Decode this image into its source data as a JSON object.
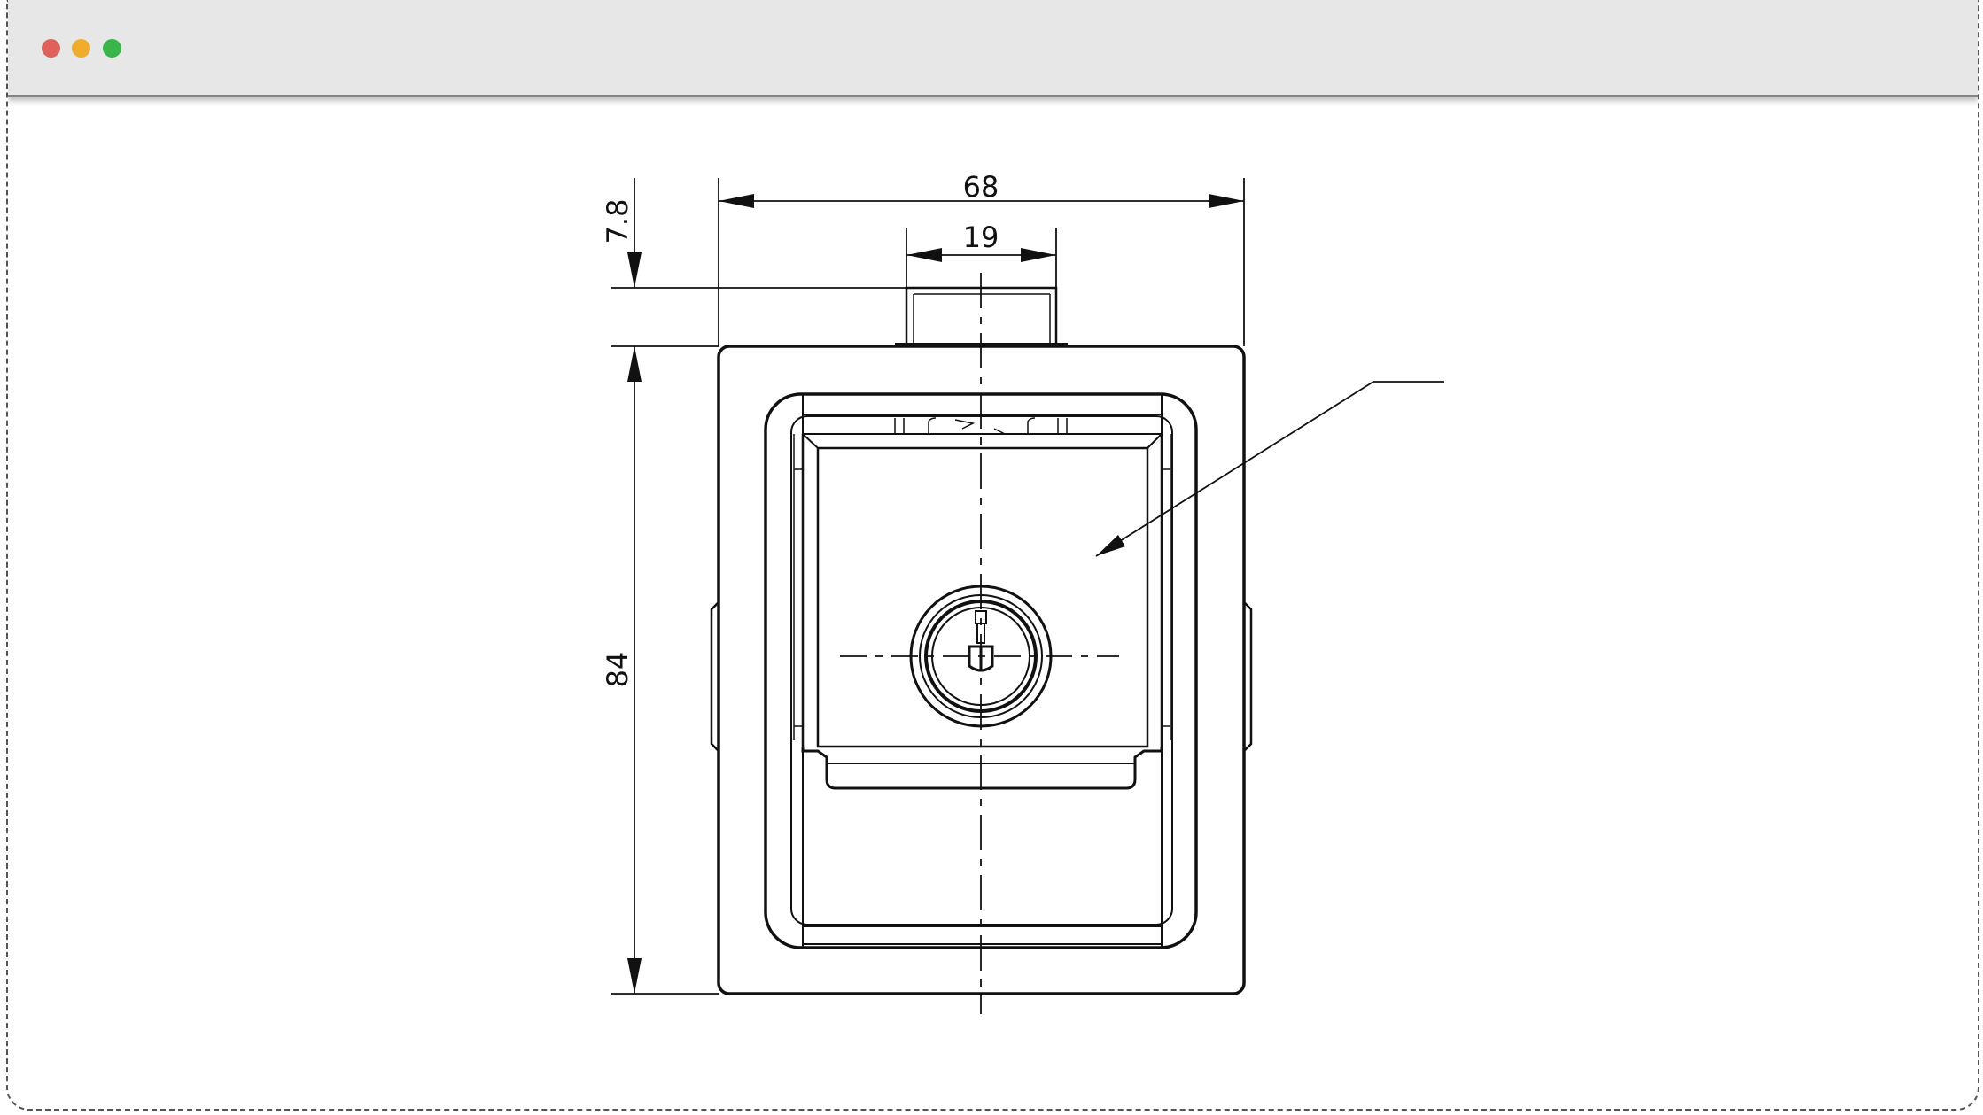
{
  "window": {
    "controls": [
      "close",
      "minimize",
      "maximize"
    ],
    "colors": {
      "close": "#e0615a",
      "minimize": "#f0ac2a",
      "maximize": "#39b54a",
      "titlebar": "#e7e7e7",
      "line": "#111111"
    }
  },
  "drawing": {
    "dimensions": {
      "overall_width": "68",
      "key_housing_width": "19",
      "key_housing_height": "7.8",
      "overall_height": "84"
    }
  }
}
